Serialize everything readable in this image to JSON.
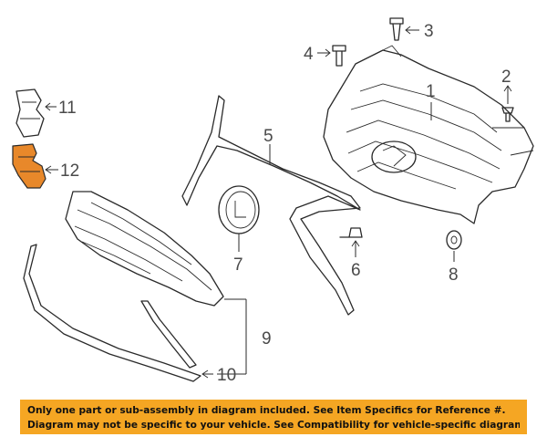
{
  "callouts": {
    "c1": "1",
    "c2": "2",
    "c3": "3",
    "c4": "4",
    "c5": "5",
    "c6": "6",
    "c7": "7",
    "c8": "8",
    "c9": "9",
    "c10": "10",
    "c11": "11",
    "c12": "12"
  },
  "footer": {
    "line1": "Only one part or sub-assembly in diagram included. See Item Specifics for Reference #.",
    "line2": "Diagram may not be specific to your vehicle. See Compatibility for vehicle-specific diagrams."
  },
  "colors": {
    "highlight_part": "#e8882a",
    "footer_background": "#f5a623",
    "line_art": "#2a2a2a"
  }
}
